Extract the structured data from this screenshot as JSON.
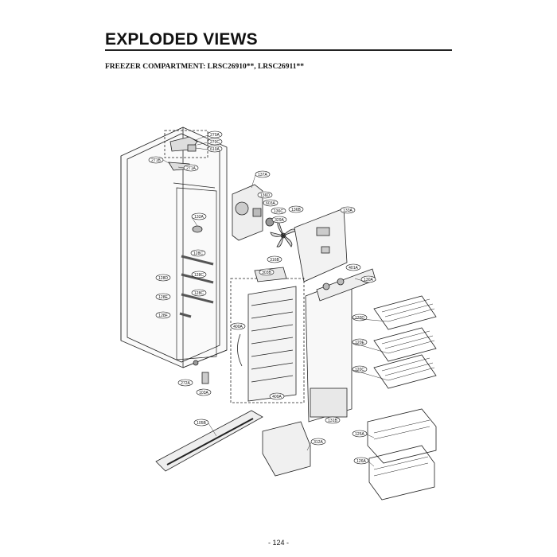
{
  "header": {
    "title": "EXPLODED VIEWS",
    "subtitle": "FREEZER COMPARTMENT: LRSC26910**, LRSC26911**"
  },
  "callouts": {
    "c270A": "270A",
    "c270C": "270C",
    "c610A": "610A",
    "c271B": "271B",
    "c271A": "271A",
    "c137A": "137A",
    "c136D": "136D",
    "c603A": "603A",
    "c136C": "136C",
    "c136B": "136B",
    "c329A": "329A",
    "c133A": "133A",
    "c132A": "132A",
    "c128C1": "128C",
    "c128D": "128D",
    "c128C2": "128C",
    "c128C3": "128C",
    "c128E": "128E",
    "c128F": "128F",
    "c316B": "316B",
    "c303B": "303B",
    "c401A": "401A",
    "c130A": "130A",
    "c400A": "400A",
    "c409A": "409A",
    "c120D": "120D",
    "c120E": "120E",
    "c120C": "120C",
    "c272A": "272A",
    "c103A": "103A",
    "c131B": "131B",
    "c105B": "105B",
    "c312A": "312A",
    "c125A": "125A",
    "c126A": "126A"
  },
  "footer": {
    "page_number": "- 124 -"
  }
}
